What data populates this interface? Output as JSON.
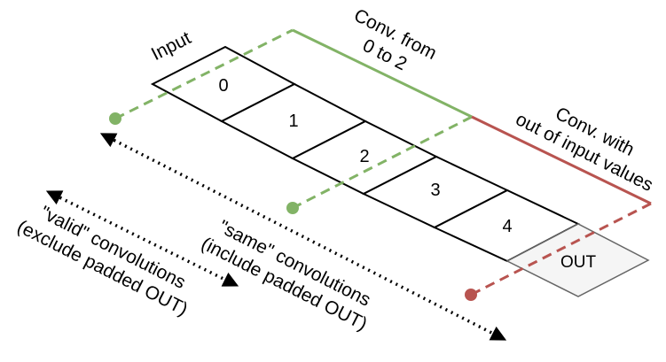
{
  "labels": {
    "input": "Input",
    "conv_from": [
      "Conv. from",
      "0 to 2"
    ],
    "conv_out": [
      "Conv. with",
      "out of input values"
    ],
    "valid": [
      "\"valid\" convolutions",
      "(exclude padded OUT)"
    ],
    "same": [
      "\"same\" convolutions",
      "(include padded OUT)"
    ]
  },
  "cells": [
    "0",
    "1",
    "2",
    "3",
    "4"
  ],
  "out_cell": "OUT",
  "colors": {
    "green": "#82b366",
    "red": "#b85450",
    "out_fill": "#f5f5f5",
    "out_stroke": "#666666"
  }
}
